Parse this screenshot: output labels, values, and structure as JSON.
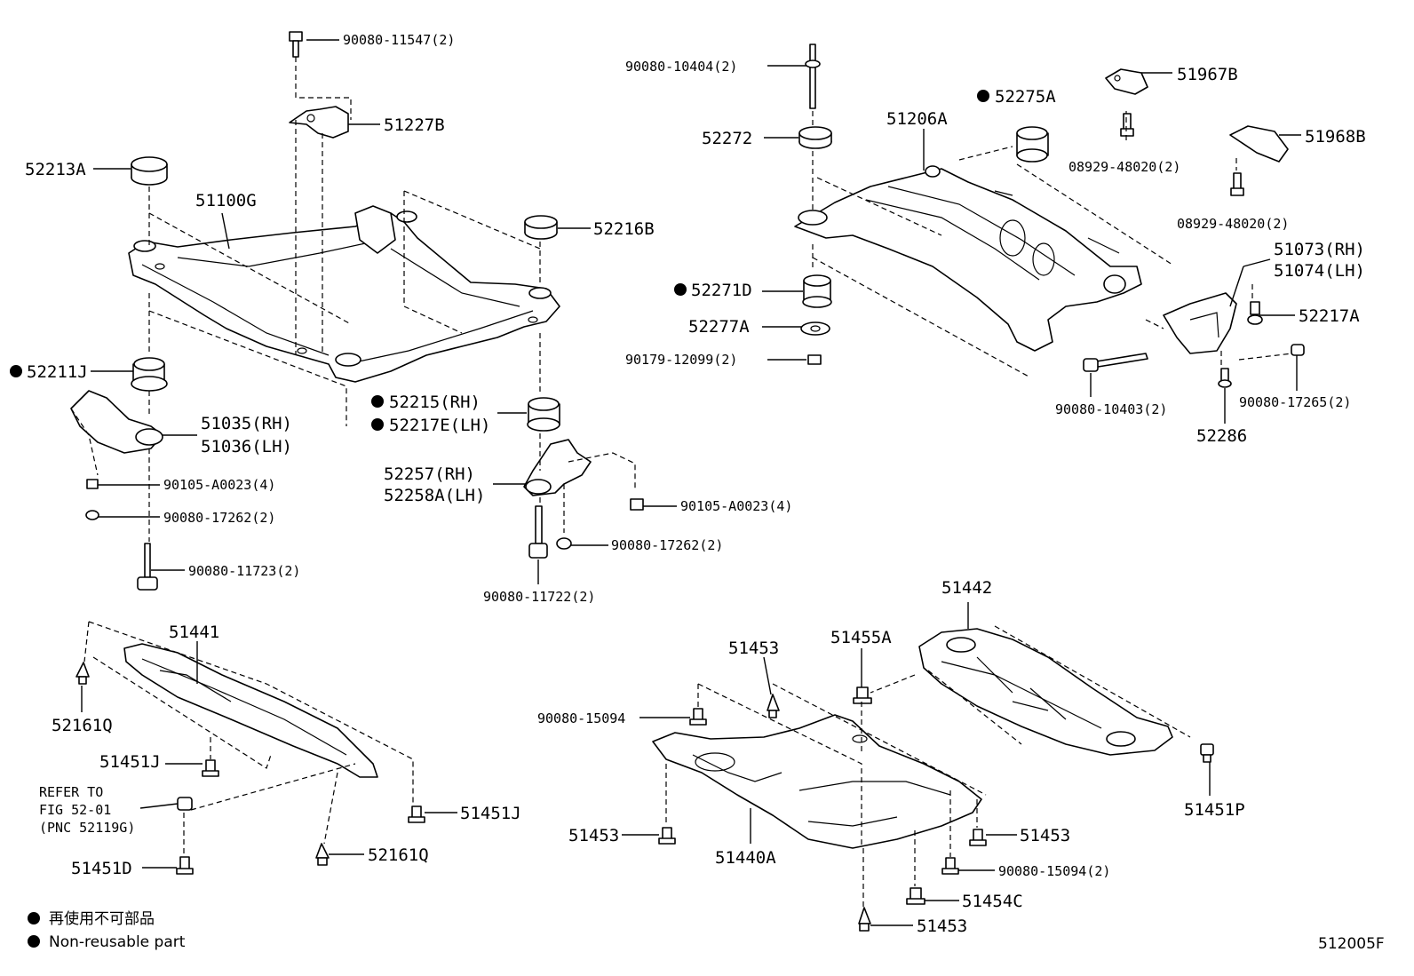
{
  "diagram_id": "512005F",
  "legend": {
    "jp": "再使用不可部品",
    "en": "Non-reusable part"
  },
  "reference_note": [
    "REFER TO",
    "FIG 52-01",
    "(PNC 52119G)"
  ],
  "labels": {
    "l_90080_11547": "90080-11547(2)",
    "l_51227B": "51227B",
    "l_52213A": "52213A",
    "l_51100G": "51100G",
    "l_52216B": "52216B",
    "l_52211J": "52211J",
    "l_52215RH": "52215(RH)",
    "l_52217ELH": "52217E(LH)",
    "l_51035RH": "51035(RH)",
    "l_51036LH": "51036(LH)",
    "l_90105_A0023_a": "90105-A0023(4)",
    "l_90080_17262_a": "90080-17262(2)",
    "l_90080_11723": "90080-11723(2)",
    "l_52257RH": "52257(RH)",
    "l_52258ALH": "52258A(LH)",
    "l_90105_A0023_b": "90105-A0023(4)",
    "l_90080_17262_b": "90080-17262(2)",
    "l_90080_11722": "90080-11722(2)",
    "l_90080_10404": "90080-10404(2)",
    "l_52272": "52272",
    "l_52271D": "52271D",
    "l_52277A": "52277A",
    "l_90179_12099": "90179-12099(2)",
    "l_52275A": "52275A",
    "l_51206A": "51206A",
    "l_51967B": "51967B",
    "l_08929_48020_a": "08929-48020(2)",
    "l_51968B": "51968B",
    "l_08929_48020_b": "08929-48020(2)",
    "l_51073RH": "51073(RH)",
    "l_51074LH": "51074(LH)",
    "l_52217A": "52217A",
    "l_90080_10403": "90080-10403(2)",
    "l_52286": "52286",
    "l_90080_17265": "90080-17265(2)",
    "l_51441": "51441",
    "l_52161Q_a": "52161Q",
    "l_51451J_a": "51451J",
    "l_51451J_b": "51451J",
    "l_52161Q_b": "52161Q",
    "l_51451D": "51451D",
    "l_51453_a": "51453",
    "l_51455A": "51455A",
    "l_51442": "51442",
    "l_90080_15094": "90080-15094",
    "l_51453_b": "51453",
    "l_51440A": "51440A",
    "l_51453_c": "51453",
    "l_90080_15094_2": "90080-15094(2)",
    "l_51454C": "51454C",
    "l_51453_d": "51453",
    "l_51451P": "51451P"
  }
}
